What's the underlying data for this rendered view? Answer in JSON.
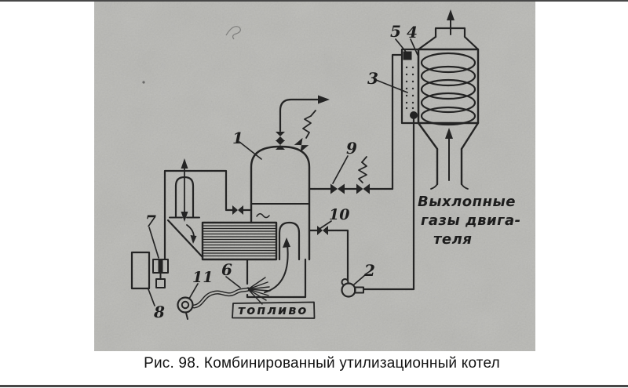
{
  "figure": {
    "caption": "Рис. 98. Комбинированный утилизационный котел",
    "part_labels": {
      "n1": "1",
      "n2": "2",
      "n3": "3",
      "n4": "4",
      "n5": "5",
      "n6": "6",
      "n7": "7",
      "n8": "8",
      "n9": "9",
      "n10": "10",
      "n11": "11"
    },
    "handwritten": {
      "exhaust_line1": "Выхлопные",
      "exhaust_line2": "газы двига-",
      "exhaust_line3": "теля",
      "fuel": "топливо"
    },
    "colors": {
      "paper": "#b8b8b4",
      "ink": "#242424",
      "rule": "#474747",
      "page_background": "#ffffff"
    }
  }
}
